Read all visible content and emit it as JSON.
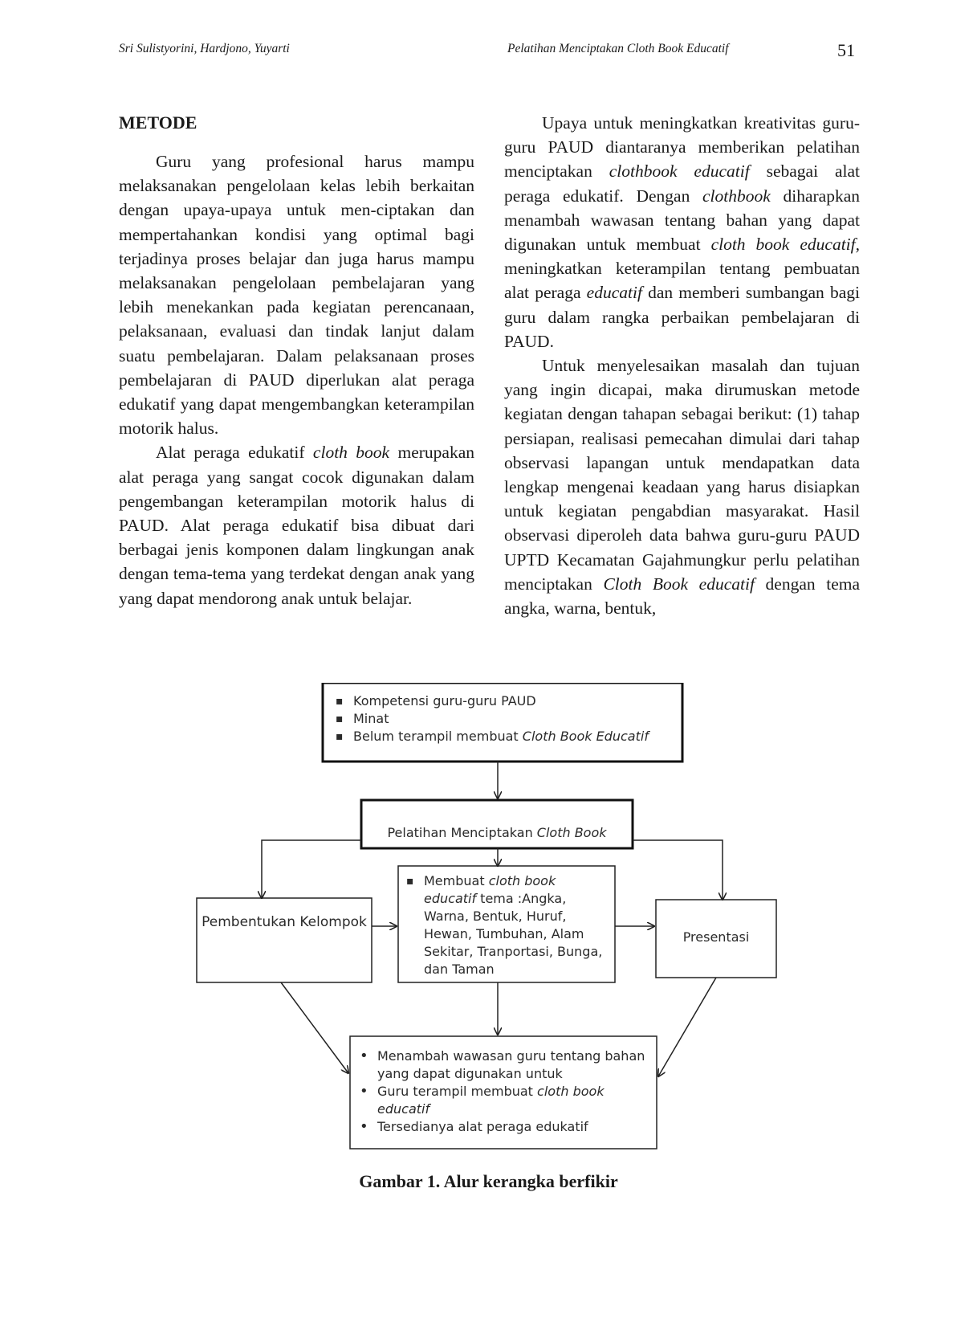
{
  "header": {
    "authors": "Sri Sulistyorini, Hardjono, Yuyarti",
    "article_title": "Pelatihan Menciptakan Cloth Book Educatif",
    "page_number": "51"
  },
  "left_column": {
    "heading": "METODE",
    "p1": "Guru yang profesional harus mampu melaksanakan pengelolaan kelas lebih berkaitan dengan upaya-upaya untuk men-ciptakan dan mempertahankan kondisi yang optimal bagi terjadinya proses belajar dan juga harus mampu melaksanakan pengelolaan pembelajaran yang lebih menekankan pada kegiatan perencanaan, pelaksanaan, evaluasi dan tindak lanjut dalam suatu pembelajaran. Dalam pelaksanaan proses pembelajaran di PAUD diperlukan alat peraga edukatif yang dapat mengembangkan keterampilan motorik halus.",
    "p2_a": "Alat peraga edukatif ",
    "p2_i": "cloth book",
    "p2_b": " merupakan alat peraga yang sangat cocok digunakan dalam pengembangan keterampilan motorik halus di PAUD. Alat peraga edukatif bisa dibuat dari berbagai jenis komponen dalam lingkungan anak dengan tema-tema yang terdekat dengan anak yang yang dapat mendorong anak untuk belajar."
  },
  "right_column": {
    "p1_a": "Upaya untuk meningkatkan kreativitas guru-guru PAUD diantaranya memberikan pelatihan menciptakan ",
    "p1_i1": "clothbook educatif",
    "p1_b": " sebagai alat peraga edukatif. Dengan ",
    "p1_i2": "clothbook",
    "p1_c": " diharapkan menambah wawasan tentang bahan yang dapat digunakan untuk membuat ",
    "p1_i3": "cloth book educatif,",
    "p1_d": " meningkatkan keterampilan tentang pembuatan alat peraga ",
    "p1_i4": "educatif",
    "p1_e": " dan memberi sumbangan bagi guru dalam rangka perbaikan pembelajaran di PAUD.",
    "p2_a": "Untuk menyelesaikan masalah dan tujuan yang ingin dicapai, maka dirumuskan metode kegiatan dengan tahapan sebagai berikut: (1) tahap persiapan, realisasi pemecahan dimulai dari tahap observasi lapangan untuk mendapatkan data lengkap mengenai keadaan yang harus disiapkan untuk kegiatan pengabdian masyarakat. Hasil observasi diperoleh data bahwa guru-guru PAUD UPTD Kecamatan Gajahmungkur perlu pelatihan menciptakan ",
    "p2_i1": "Cloth Book educatif",
    "p2_b": " dengan tema angka, warna, bentuk,"
  },
  "figure": {
    "box_top": {
      "item1": "Kompetensi guru-guru PAUD",
      "item2": "Minat",
      "item3_a": "Belum terampil membuat ",
      "item3_i": "Cloth Book Educatif"
    },
    "box_training": {
      "label_a": "Pelatihan Menciptakan ",
      "label_i": "Cloth Book"
    },
    "box_group": "Pembentukan Kelompok",
    "box_make": {
      "a": "Membuat ",
      "i1": "cloth book educatif",
      "b": " tema :Angka, Warna, Bentuk,  Huruf, Hewan, Tumbuhan, Alam Sekitar, Tranportasi, Bunga,  dan Taman"
    },
    "box_present": "Presentasi",
    "box_result": {
      "item1": "Menambah wawasan guru tentang bahan yang dapat digunakan untuk",
      "item2_a": "Guru terampil membuat ",
      "item2_i": "cloth book educatif",
      "item3": "Tersedianya alat peraga edukatif"
    },
    "caption": "Gambar 1. Alur kerangka berfikir"
  }
}
